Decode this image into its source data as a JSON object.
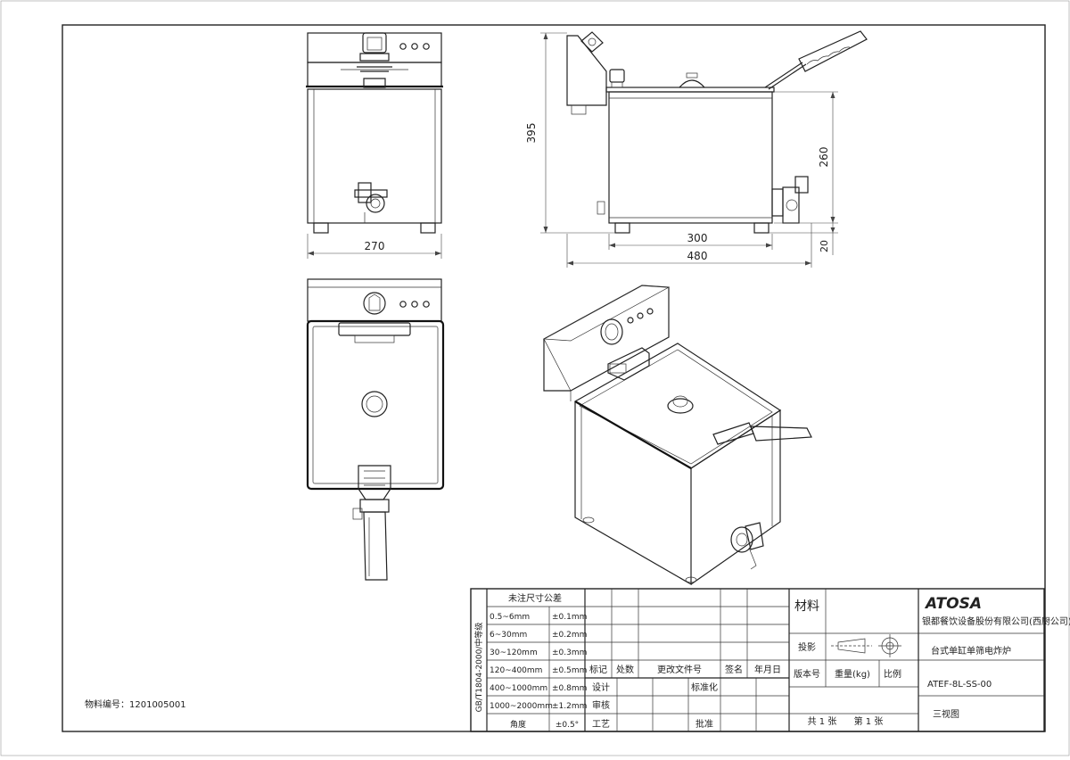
{
  "dimensions": {
    "front_width": "270",
    "height_total": "395",
    "side_height": "260",
    "side_width": "300",
    "side_total": "480",
    "foot_height": "20"
  },
  "material_code": "物料编号：1201005001",
  "standard_text": "GB/T1804-2000/中等级",
  "tolerance_table": {
    "title": "未注尺寸公差",
    "rows": [
      {
        "range": "0.5~6mm",
        "tol": "±0.1mm"
      },
      {
        "range": "6~30mm",
        "tol": "±0.2mm"
      },
      {
        "range": "30~120mm",
        "tol": "±0.3mm"
      },
      {
        "range": "120~400mm",
        "tol": "±0.5mm"
      },
      {
        "range": "400~1000mm",
        "tol": "±0.8mm"
      },
      {
        "range": "1000~2000mm",
        "tol": "±1.2mm"
      },
      {
        "range": "角度",
        "tol": "±0.5°"
      }
    ]
  },
  "revision_labels": {
    "mark": "标记",
    "count": "处数",
    "doc_no": "更改文件号",
    "sign": "签名",
    "date": "年月日"
  },
  "approval_labels": {
    "design": "设计",
    "standardize": "标准化",
    "review": "审核",
    "process": "工艺",
    "approve": "批准"
  },
  "info_labels": {
    "material": "材料",
    "projection": "投影",
    "version": "版本号",
    "weight": "重量(kg)",
    "scale": "比例",
    "sheets_total": "共 1 张",
    "sheet_no": "第 1 张"
  },
  "company": {
    "logo": "ATOSA",
    "name": "银都餐饮设备股份有限公司(西厨公司)"
  },
  "product_name": "台式单缸单筛电炸炉",
  "drawing_no": "ATEF-8L-SS-00",
  "drawing_type": "三视图"
}
